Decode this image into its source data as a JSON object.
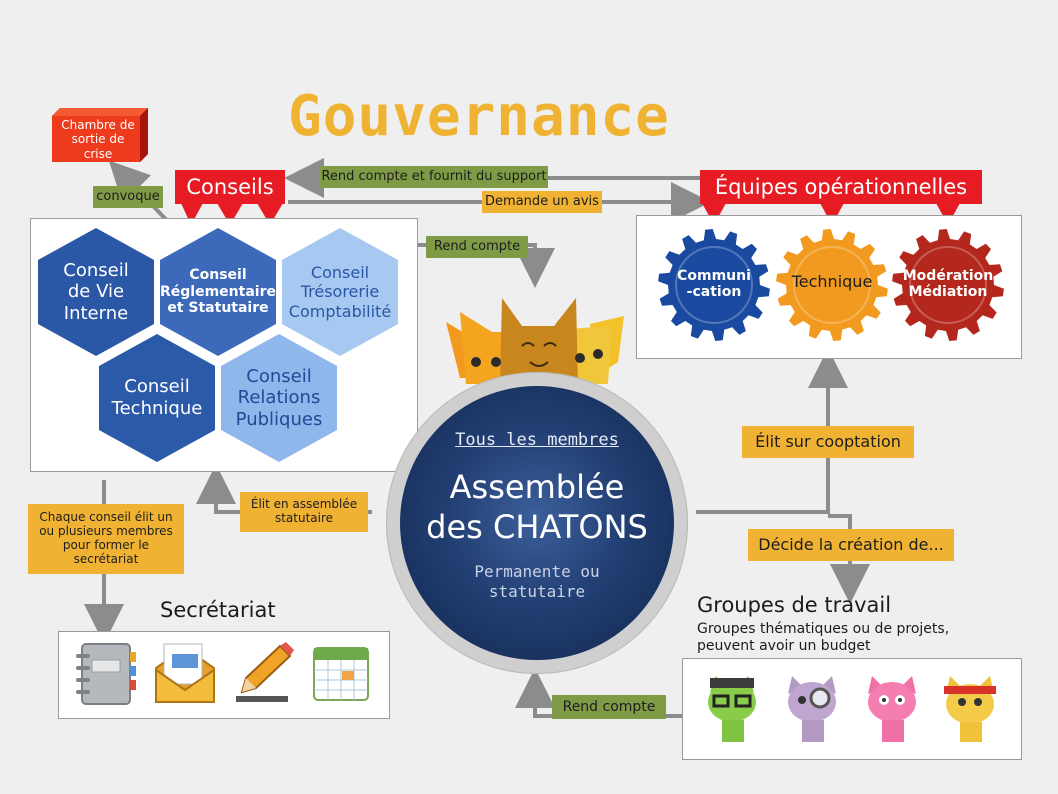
{
  "title": "Gouvernance",
  "crisis_room": "Chambre de sortie de crise",
  "labels": {
    "convoque": "convoque",
    "rend_compte_support": "Rend compte et fournit du support",
    "demande_avis": "Demande un avis",
    "rend_compte_top": "Rend compte",
    "elit_assemblee": "Élit en assemblée statutaire",
    "elit_cooptation": "Élit sur cooptation",
    "decide_creation": "Décide la création de...",
    "chaque_conseil": "Chaque conseil élit un ou plusieurs membres pour former le secrétariat",
    "rend_compte_bottom": "Rend compte"
  },
  "conseils": {
    "header": "Conseils",
    "items": [
      {
        "lines": [
          "Conseil",
          "de Vie",
          "Interne"
        ]
      },
      {
        "lines": [
          "Conseil",
          "Réglementaire",
          "et Statutaire"
        ]
      },
      {
        "lines": [
          "Conseil",
          "Trésorerie",
          "Comptabilité"
        ]
      },
      {
        "lines": [
          "Conseil",
          "Technique"
        ]
      },
      {
        "lines": [
          "Conseil",
          "Relations",
          "Publiques"
        ]
      }
    ]
  },
  "equipes": {
    "header": "Équipes opérationnelles",
    "items": [
      {
        "lines": [
          "Communi",
          "-cation"
        ]
      },
      {
        "lines": [
          "Technique"
        ]
      },
      {
        "lines": [
          "Modération",
          "Médiation"
        ]
      }
    ]
  },
  "assembly": {
    "top": "Tous les membres",
    "line1": "Assemblée",
    "line2": "des CHATONS",
    "bottom1": "Permanente ou",
    "bottom2": "statutaire"
  },
  "secretariat": {
    "title": "Secrétariat",
    "icons": [
      "address-book-icon",
      "mail-icon",
      "pencil-icon",
      "calendar-icon"
    ]
  },
  "groupes": {
    "title": "Groupes de travail",
    "subtitle1": "Groupes thématiques ou de projets,",
    "subtitle2": "peuvent avoir un budget",
    "cats": [
      "green-cat-icon",
      "purple-cat-icon",
      "pink-cat-icon",
      "yellow-cat-icon"
    ]
  },
  "colors": {
    "accent": "#f0b232",
    "red": "#e61b23",
    "green_tag": "#7f9b45",
    "hex_dark": "#2a57a6",
    "hex_light": "#9cc1ef",
    "gear_blue": "#1a4aa0",
    "gear_orange": "#f29a1f",
    "gear_red": "#b4271d"
  }
}
